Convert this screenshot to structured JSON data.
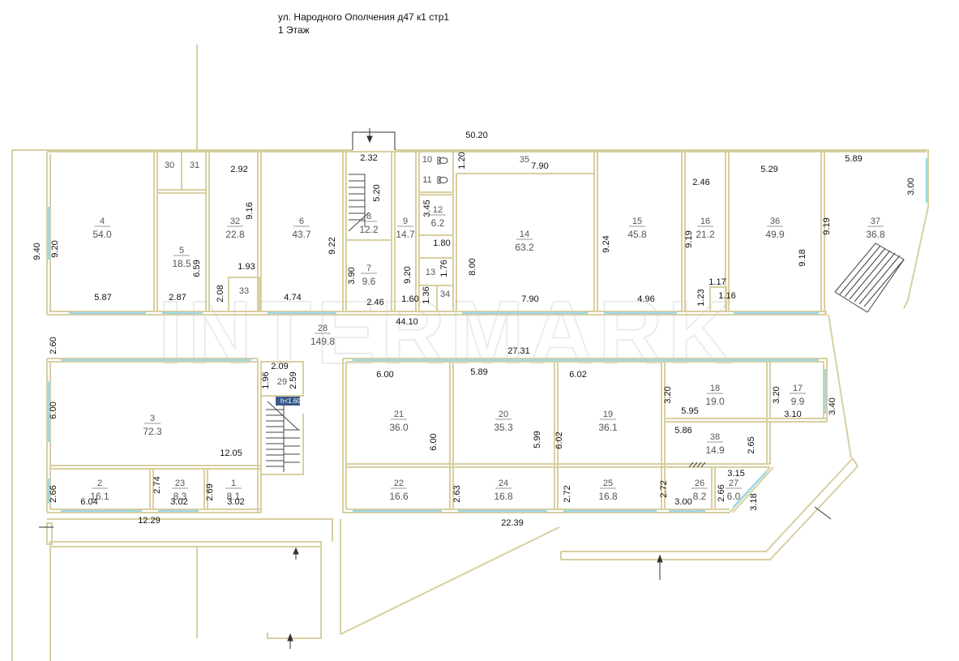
{
  "header": {
    "address": "ул. Народного Ополчения д47 к1 стр1",
    "floor": "1 Этаж"
  },
  "watermark": "INTERMARK",
  "colors": {
    "wall": "#d8cfa0",
    "window": "#9ed8e4",
    "hatch": "#444444",
    "text": "#111111",
    "label": "#555555"
  },
  "rooms": [
    {
      "num": "4",
      "area": "54.0"
    },
    {
      "num": "30",
      "area": ""
    },
    {
      "num": "31",
      "area": ""
    },
    {
      "num": "5",
      "area": "18.5"
    },
    {
      "num": "32",
      "area": "22.8"
    },
    {
      "num": "33",
      "area": ""
    },
    {
      "num": "6",
      "area": "43.7"
    },
    {
      "num": "8",
      "area": "12.2"
    },
    {
      "num": "7",
      "area": "9.6"
    },
    {
      "num": "9",
      "area": "14.7"
    },
    {
      "num": "10",
      "area": ""
    },
    {
      "num": "11",
      "area": ""
    },
    {
      "num": "12",
      "area": "6.2"
    },
    {
      "num": "13",
      "area": ""
    },
    {
      "num": "34",
      "area": ""
    },
    {
      "num": "35",
      "area": ""
    },
    {
      "num": "14",
      "area": "63.2"
    },
    {
      "num": "15",
      "area": "45.8"
    },
    {
      "num": "16",
      "area": "21.2"
    },
    {
      "num": "36",
      "area": "49.9"
    },
    {
      "num": "37",
      "area": "36.8"
    },
    {
      "num": "28",
      "area": "149.8"
    },
    {
      "num": "3",
      "area": "72.3"
    },
    {
      "num": "29",
      "area": ""
    },
    {
      "num": "2",
      "area": "16.1"
    },
    {
      "num": "23",
      "area": "8.3"
    },
    {
      "num": "1",
      "area": "8.1"
    },
    {
      "num": "21",
      "area": "36.0"
    },
    {
      "num": "20",
      "area": "35.3"
    },
    {
      "num": "19",
      "area": "36.1"
    },
    {
      "num": "18",
      "area": "19.0"
    },
    {
      "num": "17",
      "area": "9.9"
    },
    {
      "num": "38",
      "area": "14.9"
    },
    {
      "num": "22",
      "area": "16.6"
    },
    {
      "num": "24",
      "area": "16.8"
    },
    {
      "num": "25",
      "area": "16.8"
    },
    {
      "num": "26",
      "area": "8.2"
    },
    {
      "num": "27",
      "area": "6.0"
    }
  ],
  "note_ceiling": "h<1.60",
  "dimensions": [
    "50.20",
    "2.32",
    "1.20",
    "7.90",
    "2.92",
    "5.20",
    "9.16",
    "9.40",
    "9.20",
    "9.22",
    "5.87",
    "2.87",
    "6.59",
    "1.93",
    "2.08",
    "4.74",
    "3.90",
    "2.46",
    "9.20",
    "3.45",
    "1.80",
    "1.76",
    "1.60",
    "1.36",
    "8.00",
    "7.90",
    "9.24",
    "4.96",
    "2.46",
    "9.19",
    "1.17",
    "1.23",
    "1.16",
    "5.29",
    "9.18",
    "5.89",
    "3.00",
    "9.19",
    "44.10",
    "2.60",
    "27.31",
    "2.09",
    "1.96",
    "2.59",
    "6.00",
    "12.05",
    "2.66",
    "6.04",
    "2.74",
    "3.02",
    "2.69",
    "3.02",
    "12.29",
    "6.00",
    "6.00",
    "5.89",
    "5.99",
    "6.02",
    "6.02",
    "3.20",
    "5.95",
    "3.20",
    "3.10",
    "3.40",
    "5.86",
    "2.65",
    "2.63",
    "2.72",
    "2.72",
    "3.00",
    "2.66",
    "3.15",
    "3.18",
    "22.39"
  ]
}
